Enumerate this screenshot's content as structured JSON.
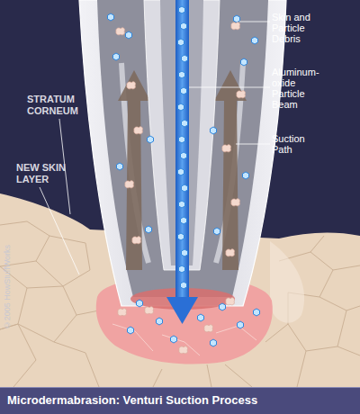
{
  "diagram": {
    "title": "Microdermabrasion: Venturi Suction Process",
    "labels": [
      "Skin and Particle Debris",
      "Aluminum-oxide Particle Beam",
      "Suction Path",
      "STRATUM CORNEUM",
      "NEW SKIN LAYER",
      "©2005 HowStuffWorks"
    ]
  }
}
